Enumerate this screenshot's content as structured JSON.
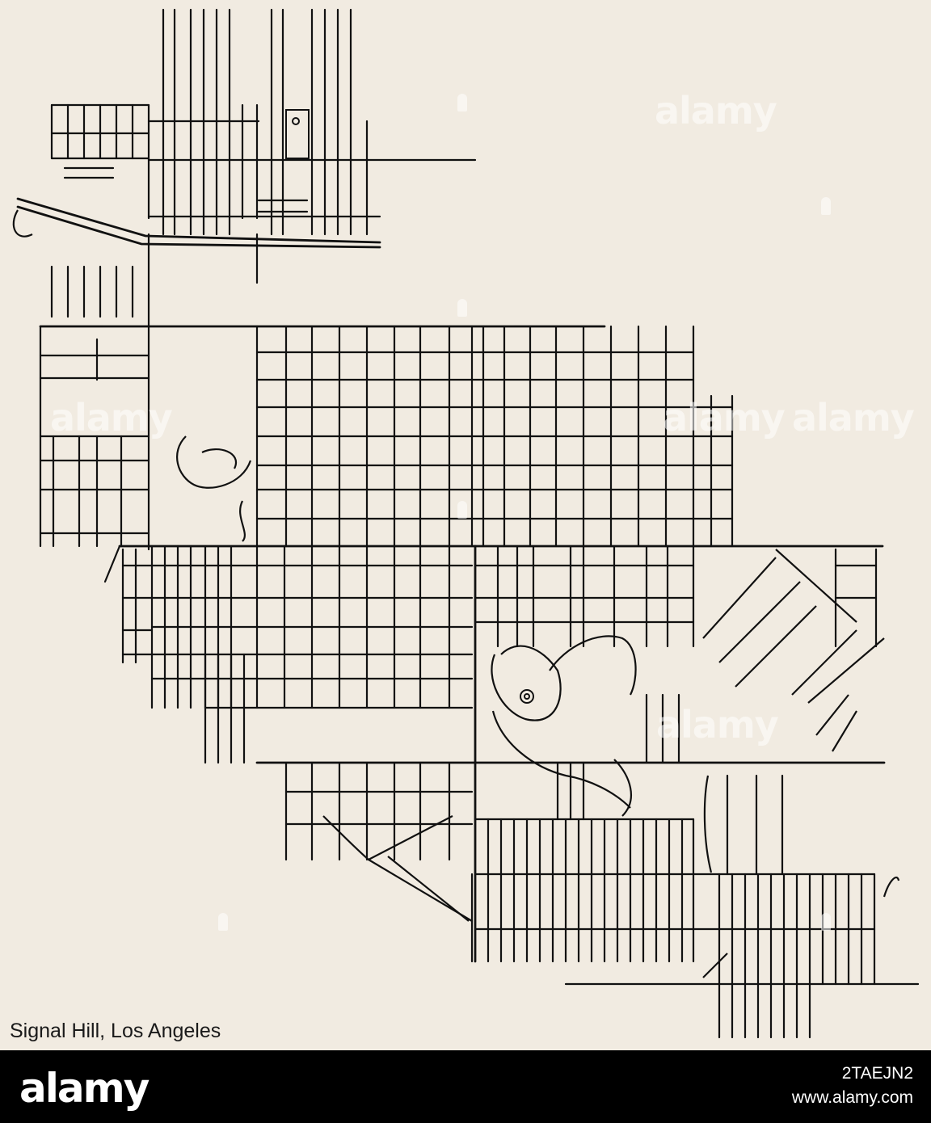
{
  "map": {
    "title": "Signal Hill, Los Angeles",
    "colors": {
      "background": "#f1ebe1",
      "roads": "#111111",
      "footer": "#000000"
    },
    "watermark_text": "alamy"
  },
  "footer": {
    "logo": "alamy",
    "image_id": "2TAEJN2",
    "url": "www.alamy.com"
  }
}
